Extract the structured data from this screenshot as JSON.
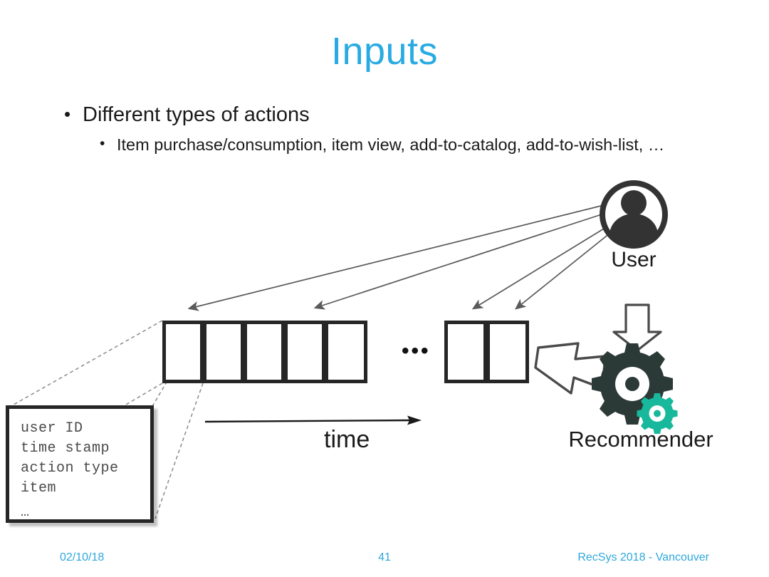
{
  "slide": {
    "title": "Inputs",
    "title_color": "#29ABE2",
    "accent_color": "#29ABE2"
  },
  "bullets": [
    {
      "level": 1,
      "marker": "•",
      "text": "Different types of actions"
    },
    {
      "level": 2,
      "marker": "•",
      "text": "Item purchase/consumption, item view, add-to-catalog, add-to-wish-list, …"
    }
  ],
  "diagram": {
    "user_label": "User",
    "recommender_label": "Recommender",
    "time_label": "time",
    "ellipsis": "•••",
    "sequence_group_1_cells": 5,
    "sequence_group_2_cells": 2,
    "user_arrow_count": 4,
    "detail_box": {
      "lines": [
        "user ID",
        "time stamp",
        "action type",
        "item"
      ],
      "trailing": "…"
    },
    "colors": {
      "box_border": "#262626",
      "gear_large": "#2b3a36",
      "gear_small": "#17b89b",
      "arrow_thin": "#5a5a5a",
      "arrow_outline": "#4a4a4a",
      "dashed_line": "#7a7a7a",
      "user_icon": "#333333"
    }
  },
  "footer": {
    "date": "02/10/18",
    "page_number": "41",
    "event": "RecSys 2018 - Vancouver"
  }
}
